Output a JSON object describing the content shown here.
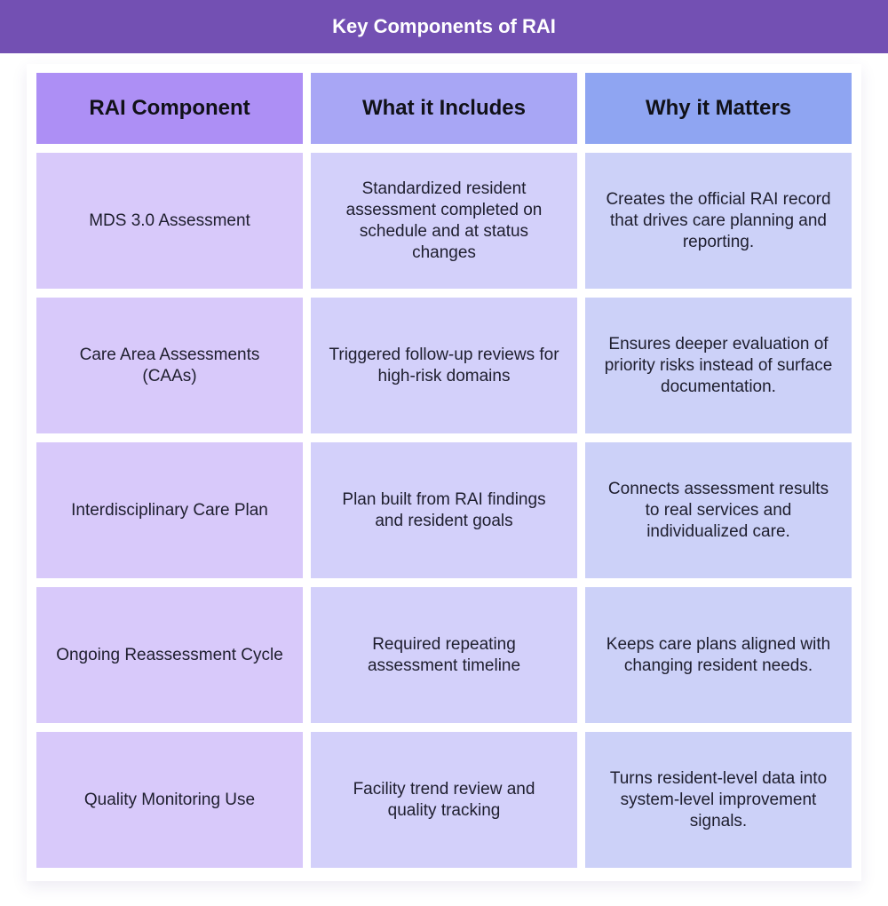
{
  "title": "Key Components of RAI",
  "headers": [
    "RAI Component",
    "What it Includes",
    "Why it Matters"
  ],
  "rows": [
    {
      "component": "MDS 3.0 Assessment",
      "includes": "Standardized resident assessment completed on schedule and at status changes",
      "matters": "Creates the official RAI record that drives care planning and reporting."
    },
    {
      "component": "Care Area Assessments (CAAs)",
      "includes": "Triggered follow-up reviews for high-risk domains",
      "matters": "Ensures deeper evaluation of priority risks instead of surface documentation."
    },
    {
      "component": "Interdisciplinary Care Plan",
      "includes": "Plan built from RAI findings and resident goals",
      "matters": "Connects assessment results to real services and individualized care."
    },
    {
      "component": "Ongoing Reassessment Cycle",
      "includes": "Required repeating assessment timeline",
      "matters": "Keeps care plans aligned with changing resident needs."
    },
    {
      "component": "Quality Monitoring Use",
      "includes": "Facility trend review and quality tracking",
      "matters": "Turns resident-level data into system-level improvement signals."
    }
  ],
  "colors": {
    "title_bar": "#7350b3",
    "header_col1": "#ad8ff5",
    "header_col2": "#a8a6f5",
    "header_col3": "#8fa5f2",
    "cell_col1": "#d8c9fa",
    "cell_col2": "#d3d0fa",
    "cell_col3": "#ccd1f8"
  }
}
